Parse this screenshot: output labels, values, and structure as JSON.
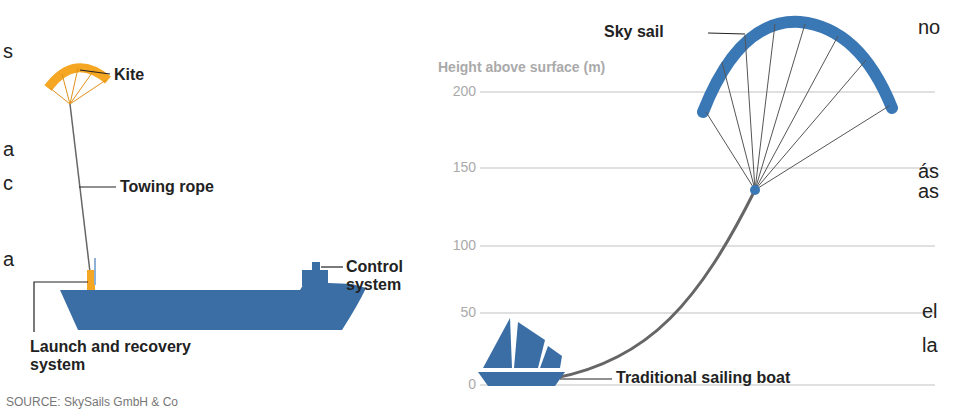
{
  "diagram": {
    "labels": [
      "Kite",
      "Towing rope",
      "Control system",
      "Launch and recovery system",
      "SOURCE: SkySails GmbH & Co",
      "Sky sail",
      "Height above surface (m)",
      "200",
      "150",
      "100",
      "50",
      "0",
      "Traditional sailing boat",
      "no",
      "ás",
      "as",
      "el",
      "la",
      "s",
      "a",
      "c",
      "a"
    ]
  }
}
